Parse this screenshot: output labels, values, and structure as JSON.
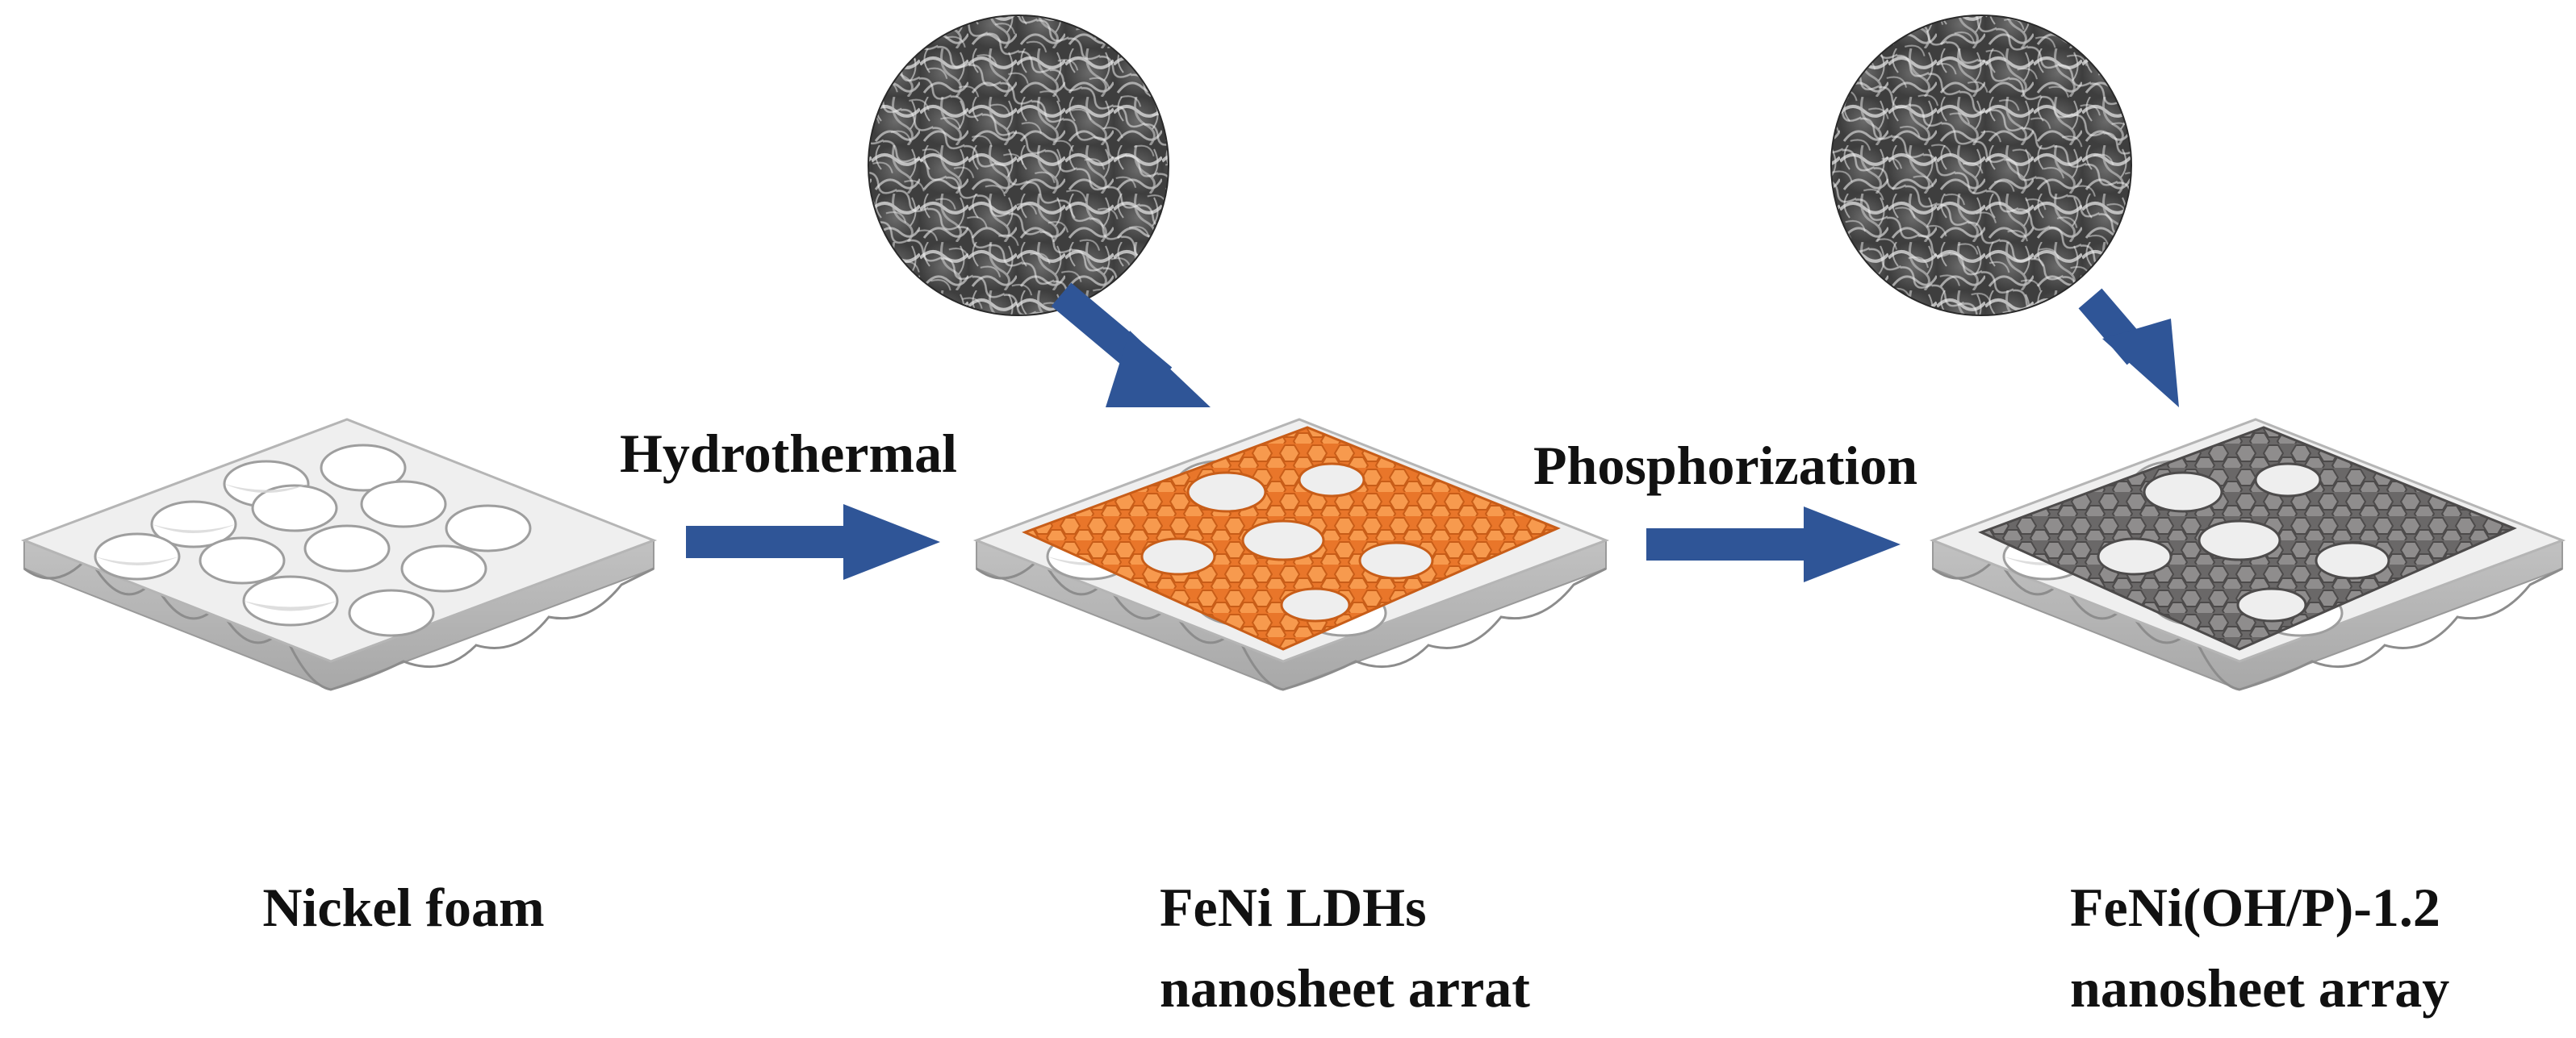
{
  "steps": {
    "hydrothermal": "Hydrothermal",
    "phosphorization": "Phosphorization"
  },
  "stages": [
    {
      "line1": "Nickel foam",
      "line2": ""
    },
    {
      "line1": "FeNi LDHs",
      "line2": "nanosheet arrat"
    },
    {
      "line1": "FeNi(OH/P)-1.2",
      "line2": "nanosheet array"
    }
  ],
  "colors": {
    "arrow": "#2f5597",
    "foam_top": "#eeeeee",
    "foam_side": "#c2c2c2",
    "ldh_coating": "#f08a3c",
    "phosphide_coating": "#7d7b7b",
    "sem_texture": "#5a5a5a"
  },
  "icons": [
    "nickel-foam-sheet",
    "ldh-coated-foam",
    "phosphide-coated-foam",
    "sem-micrograph",
    "process-arrow",
    "zoom-arrow"
  ]
}
